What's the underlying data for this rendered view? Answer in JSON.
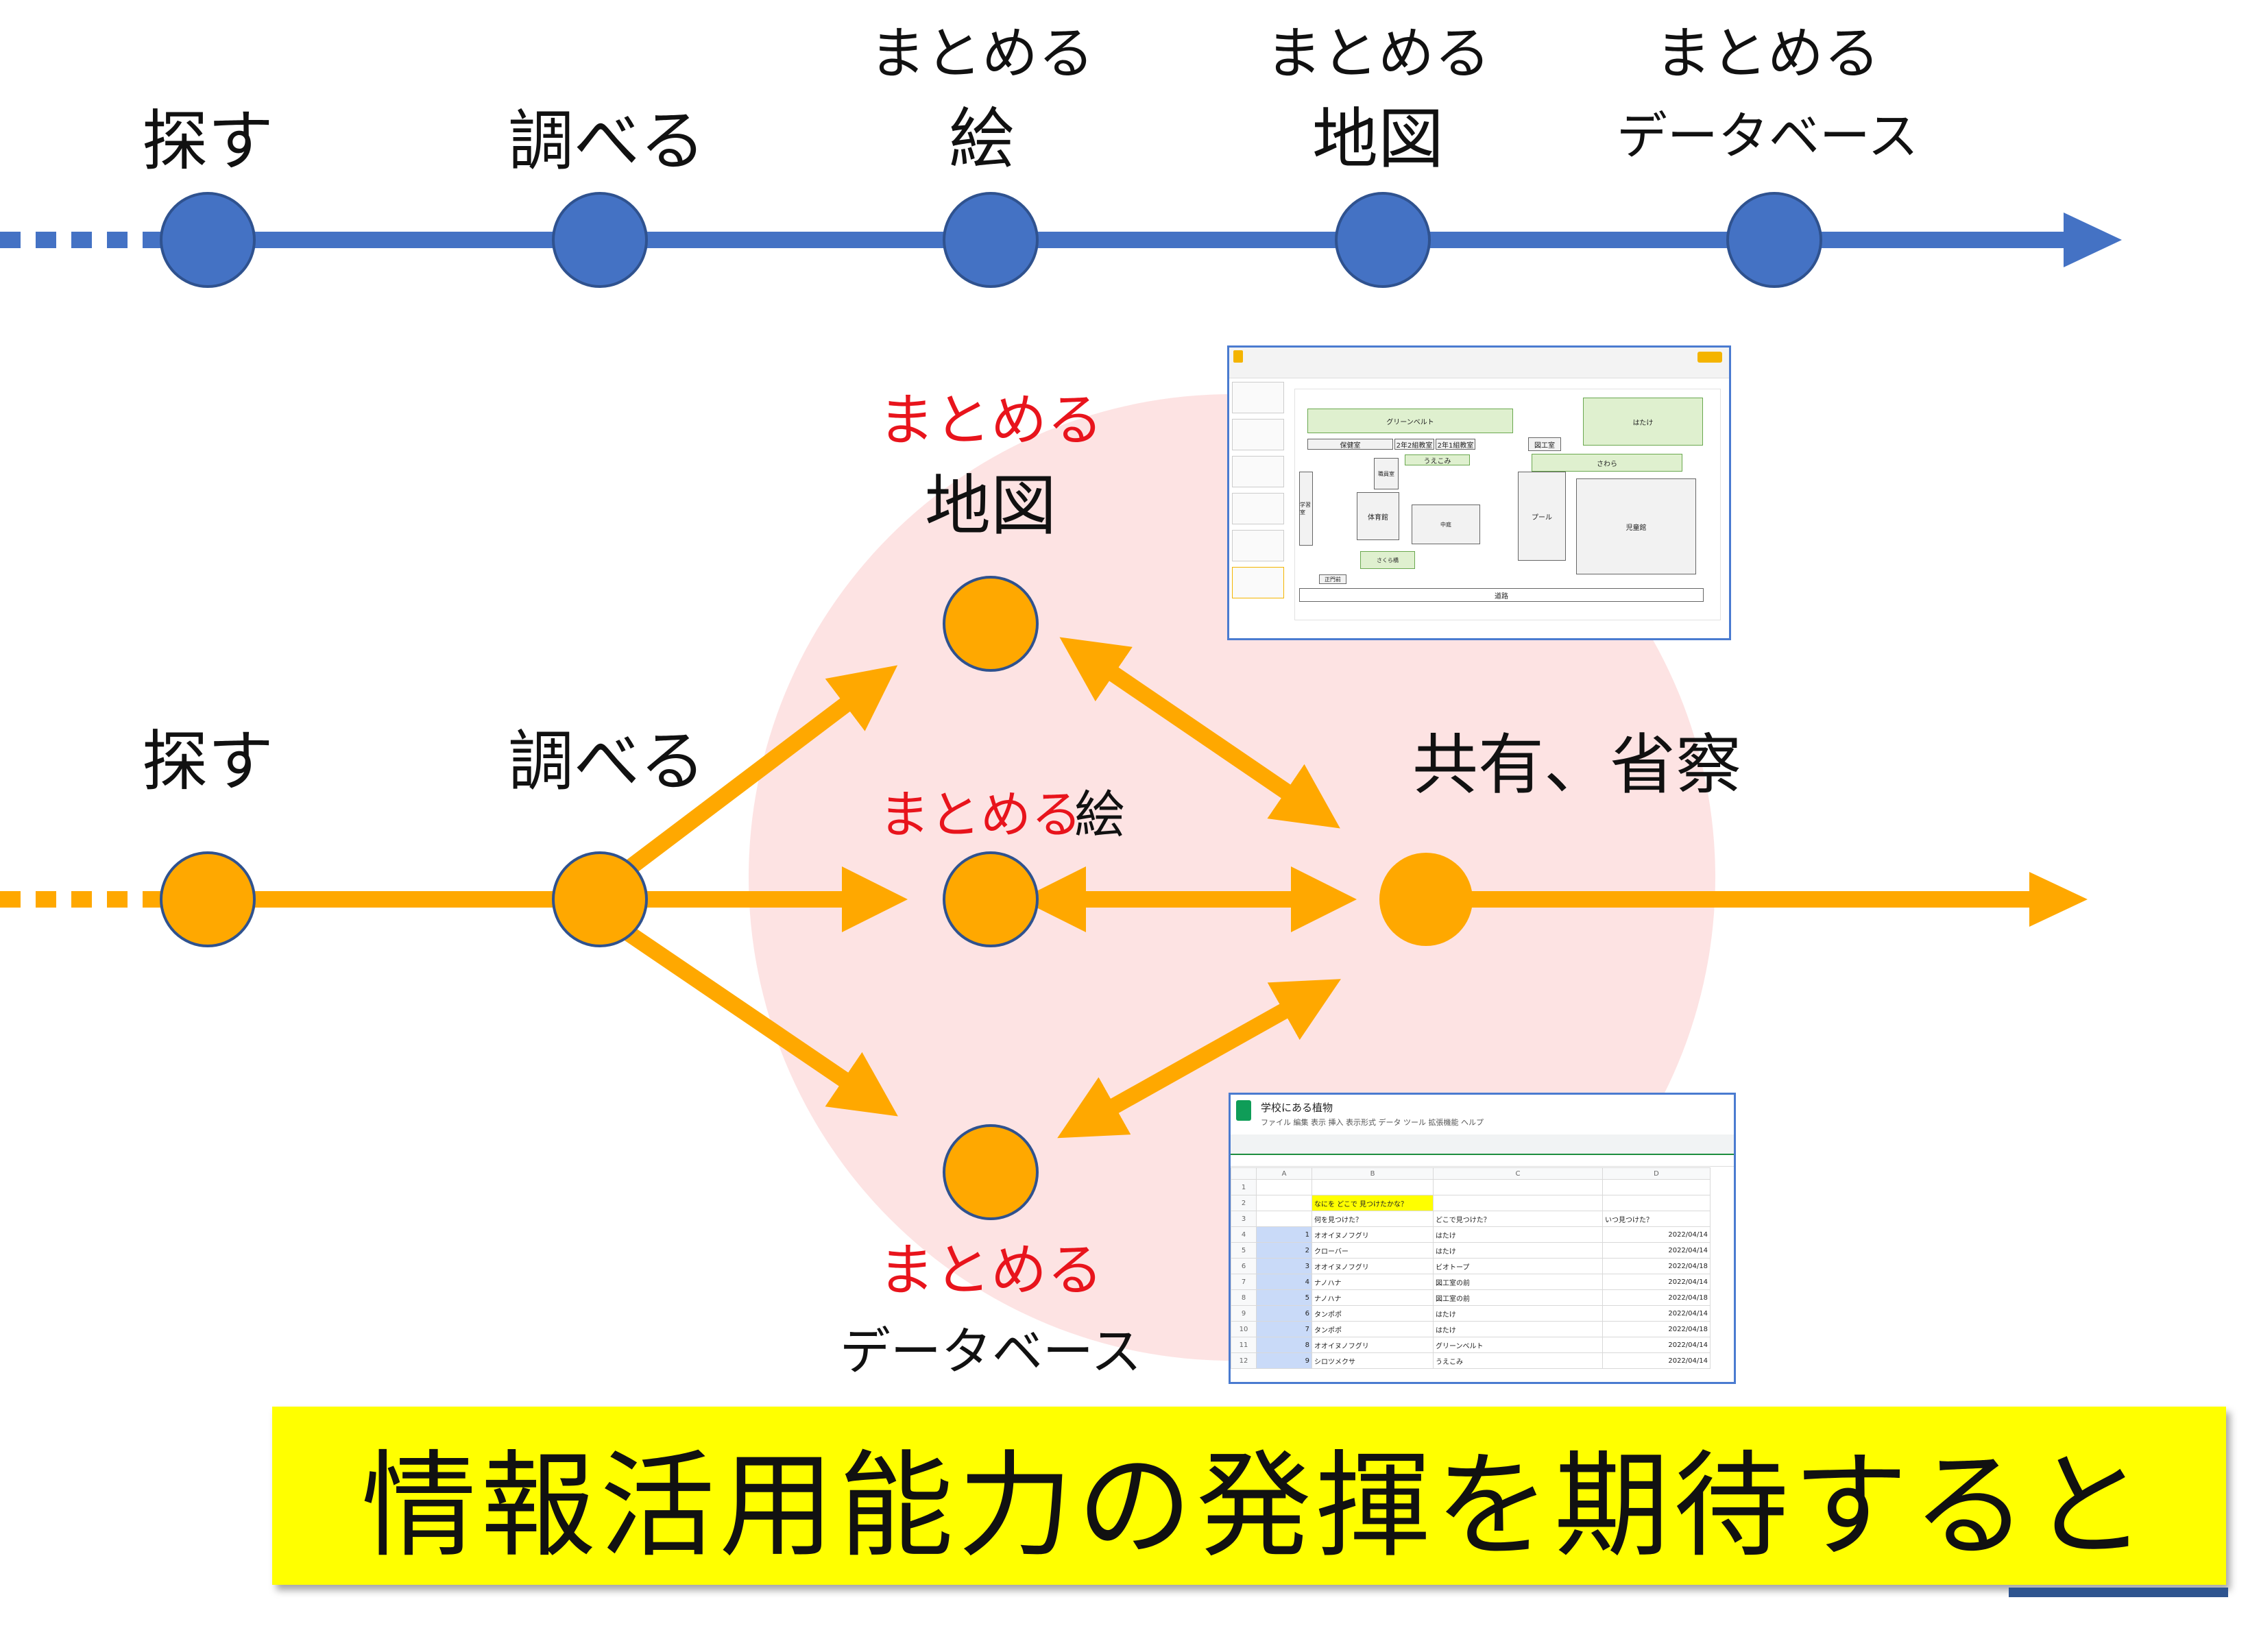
{
  "colors": {
    "blue": "#4472c4",
    "orange": "#ffa800",
    "red": "#e8141c",
    "highlight": "#ffff00",
    "pink": "#fde3e3"
  },
  "top_row": {
    "search": "探す",
    "investigate": "調べる",
    "pic_top": "まとめる",
    "pic_bottom": "絵",
    "map_top": "まとめる",
    "map_bottom": "地図",
    "db_top": "まとめる",
    "db_bottom": "データベース"
  },
  "bottom_row": {
    "search": "探す",
    "investigate": "調べる",
    "map_top": "まとめる",
    "map_bottom": "地図",
    "pic_red": "まとめる",
    "pic_black": "絵",
    "share": "共有、省察",
    "db_top": "まとめる",
    "db_bottom": "データベース"
  },
  "map_screenshot": {
    "labels": [
      "グリーンベルト",
      "はたけ",
      "図工室",
      "さわら",
      "うえこみ",
      "2年2組教室",
      "2年1組教室",
      "保健室",
      "職員室",
      "体育館",
      "プール",
      "児童館",
      "道路",
      "正門前",
      "中庭",
      "学習室",
      "さくら橋"
    ]
  },
  "sheet_screenshot": {
    "title": "学校にある植物",
    "menu": "ファイル 編集 表示 挿入 表示形式 データ ツール 拡張機能 ヘルプ",
    "col_headers": [
      "A",
      "B",
      "C",
      "D"
    ],
    "question": "なにを どこで 見つけたかな？",
    "headers": [
      "何を見つけた？",
      "どこで見つけた？",
      "いつ見つけた？"
    ],
    "rows": [
      {
        "n": "1",
        "what": "オオイヌノフグリ",
        "where": "はたけ",
        "when": "2022/04/14"
      },
      {
        "n": "2",
        "what": "クローバー",
        "where": "はたけ",
        "when": "2022/04/14"
      },
      {
        "n": "3",
        "what": "オオイヌノフグリ",
        "where": "ビオトープ",
        "when": "2022/04/18"
      },
      {
        "n": "4",
        "what": "ナノハナ",
        "where": "図工室の前",
        "when": "2022/04/14"
      },
      {
        "n": "5",
        "what": "ナノハナ",
        "where": "図工室の前",
        "when": "2022/04/18"
      },
      {
        "n": "6",
        "what": "タンポポ",
        "where": "はたけ",
        "when": "2022/04/14"
      },
      {
        "n": "7",
        "what": "タンポポ",
        "where": "はたけ",
        "when": "2022/04/18"
      },
      {
        "n": "8",
        "what": "オオイヌノフグリ",
        "where": "グリーンベルト",
        "when": "2022/04/14"
      },
      {
        "n": "9",
        "what": "シロツメクサ",
        "where": "うえこみ",
        "when": "2022/04/14"
      }
    ]
  },
  "banner": "情報活用能力の発揮を期待すると"
}
